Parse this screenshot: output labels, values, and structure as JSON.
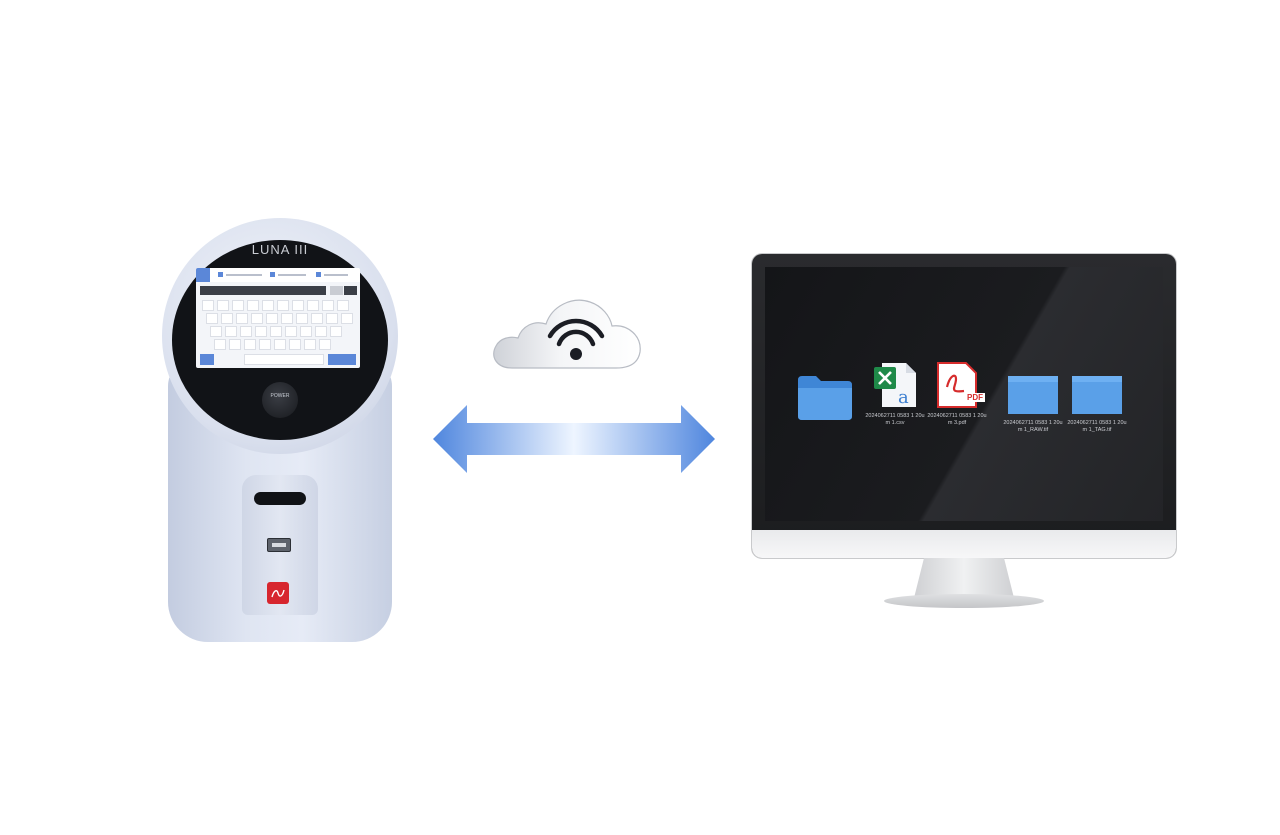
{
  "device": {
    "brand": "LUNA III",
    "power_label": "POWER",
    "body_color": "#dfe5f2",
    "accent_color": "#5b87d8",
    "logo_color": "#d7262e",
    "usb_port_icon": "usb-port-icon"
  },
  "connection": {
    "cloud_icon": "wifi-cloud-icon",
    "arrow_icon": "double-arrow-icon",
    "arrow_color": "#4f86de"
  },
  "monitor": {
    "files": [
      {
        "icon": "folder-icon",
        "caption": ""
      },
      {
        "icon": "excel-file-icon",
        "caption": "2024062711 0583 1 20um 1.csv"
      },
      {
        "icon": "pdf-file-icon",
        "caption": "2024062711 0583 1 20um 3.pdf",
        "badge": "PDF"
      },
      {
        "icon": "folder-icon",
        "caption": "2024062711 0583 1 20um 1_RAW.tif"
      },
      {
        "icon": "folder-icon",
        "caption": "2024062711 0583 1 20um 1_TAG.tif"
      }
    ],
    "folder_color": "#5aa0e8",
    "screen_color": "#18191c"
  }
}
